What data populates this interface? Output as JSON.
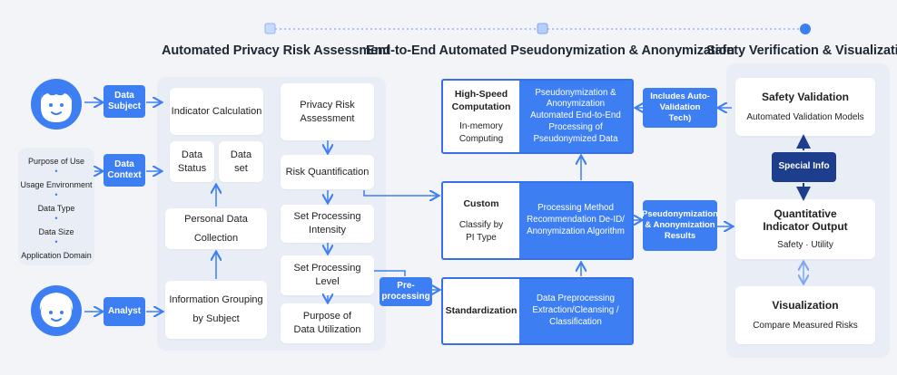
{
  "titles": {
    "col1": "Automated Privacy Risk Assessment",
    "col2": "End-to-End Automated Pseudonymization & Anonymization",
    "col3": "Safety Verification & Visualization"
  },
  "inputs": {
    "data_subject": "Data Subject",
    "data_context": "Data Context",
    "analyst": "Analyst",
    "context_items": [
      "Purpose of Use",
      "Usage Environment",
      "Data Type",
      "Data Size",
      "Application Domain"
    ]
  },
  "left_cards": {
    "indicator_calculation": "Indicator Calculation",
    "data_status": "Data Status",
    "data_set": "Data set",
    "personal_data_collection": "Personal Data Collection",
    "information_grouping": "Information Grouping by Subject"
  },
  "risk_flow": {
    "privacy_risk_assessment": "Privacy Risk Assessment",
    "risk_quantification": "Risk Quantification",
    "set_processing_intensity": "Set Processing Intensity",
    "set_processing_level": "Set Processing Level",
    "purpose_of_data_utilization": "Purpose of Data Utilization"
  },
  "preprocessing_tag": "Pre-processing",
  "middle": {
    "high_speed": {
      "title": "High-Speed Computation",
      "sub": "In-memory Computing",
      "desc": "Pseudonymization & Anonymization Automated End-to-End Processing of Pseudonymized Data"
    },
    "custom": {
      "title": "Custom",
      "sub": "Classify by PI Type",
      "desc": "Processing Method Recommendation De-ID/ Anonymization Algorithm"
    },
    "standardization": {
      "title": "Standardization",
      "desc": "Data Preprocessing Extraction/Cleansing / Classification"
    }
  },
  "connector_tags": {
    "auto_validation": "Includes Auto-Validation Tech)",
    "results": "Pseudonymization & Anonymization Results",
    "special_info": "Special Info"
  },
  "right": {
    "safety_validation": {
      "title": "Safety Validation",
      "sub": "Automated Validation Models"
    },
    "quantitative": {
      "title": "Quantitative Indicator Output",
      "sub": "Safety · Utility"
    },
    "visualization": {
      "title": "Visualization",
      "sub": "Compare Measured Risks"
    }
  },
  "colors": {
    "accent": "#3d7ff2",
    "dark": "#1d3e8c",
    "panel": "#e9edf5"
  }
}
